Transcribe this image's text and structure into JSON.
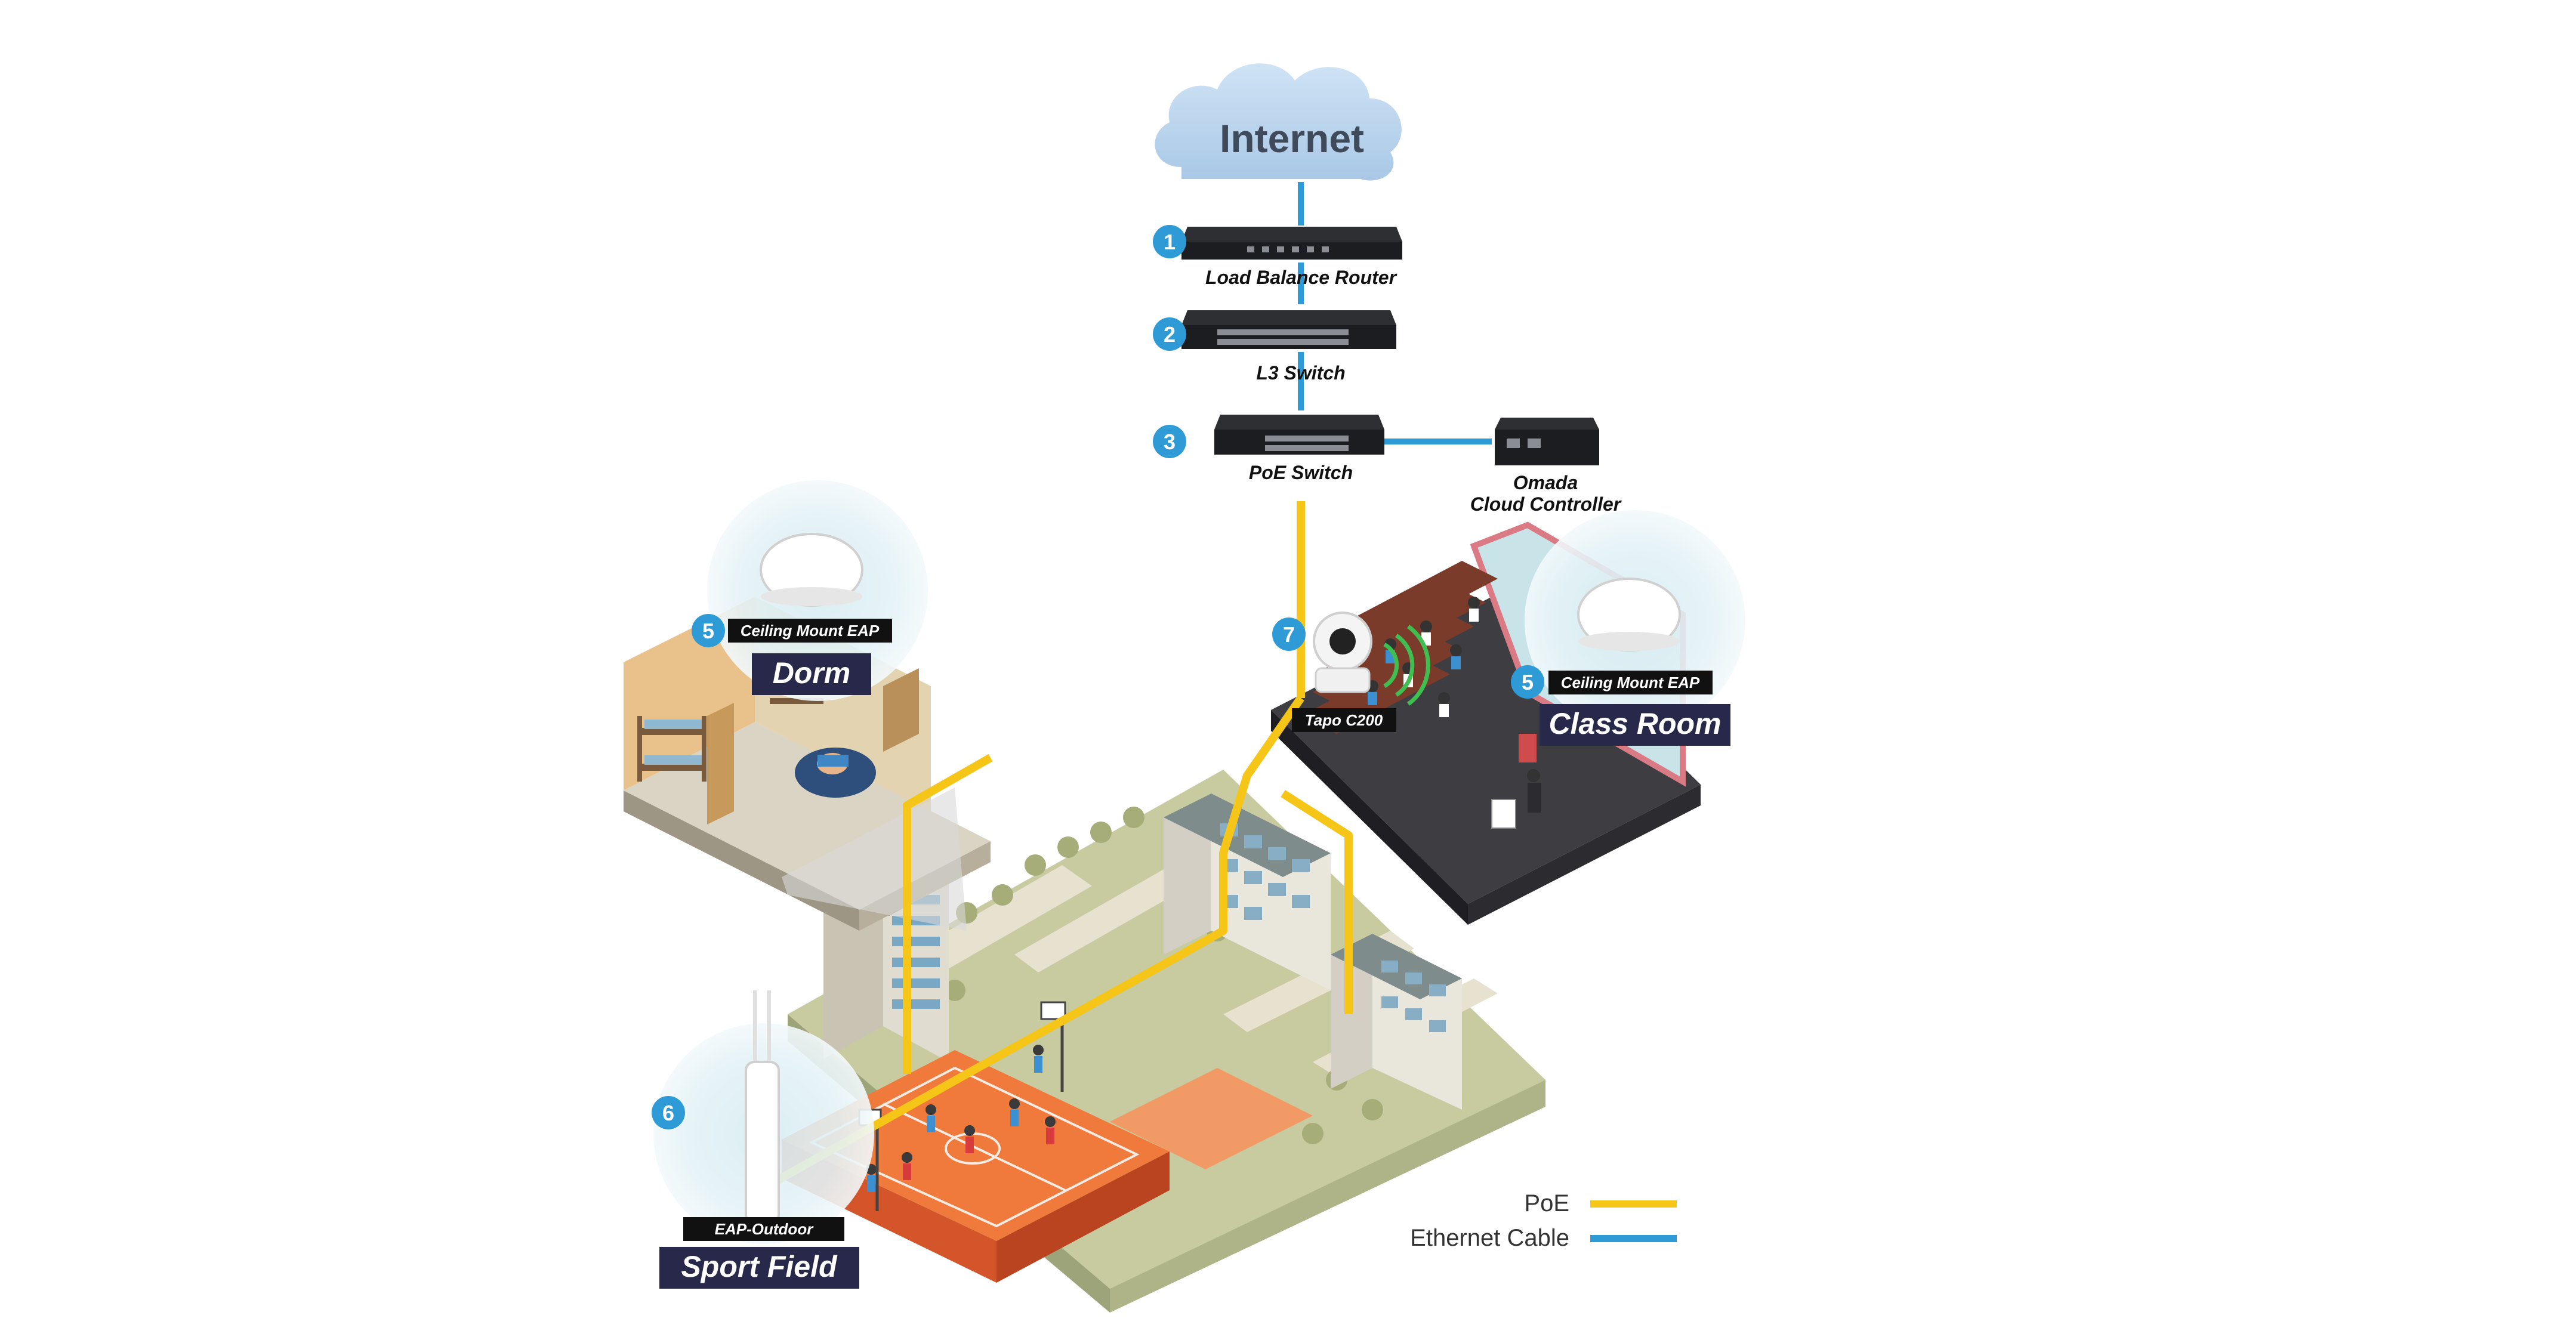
{
  "internet": {
    "label": "Internet"
  },
  "devices": {
    "router": {
      "number": "1",
      "label": "Load Balance  Router"
    },
    "l3switch": {
      "number": "2",
      "label": "L3 Switch"
    },
    "poeswitch": {
      "number": "3",
      "label": "PoE Switch"
    },
    "controller": {
      "label_line1": "Omada",
      "label_line2": "Cloud Controller"
    }
  },
  "areas": {
    "dorm": {
      "number": "5",
      "tag": "Ceiling Mount EAP",
      "name": "Dorm"
    },
    "classroom": {
      "number": "5",
      "tag": "Ceiling Mount EAP",
      "name": "Class Room"
    },
    "camera": {
      "number": "7",
      "tag": "Tapo C200"
    },
    "sportfield": {
      "number": "6",
      "tag": "EAP-Outdoor",
      "name": "Sport Field"
    }
  },
  "legend": {
    "poe": {
      "label": "PoE",
      "color": "#F5C518"
    },
    "ethernet": {
      "label": "Ethernet Cable",
      "color": "#2E9BD6"
    }
  },
  "colors": {
    "badge": "#2E9BD6",
    "tag_bg": "#111111",
    "place_bg": "#27284A",
    "court": "#F07A3C",
    "grass": "#C9CC9A"
  }
}
